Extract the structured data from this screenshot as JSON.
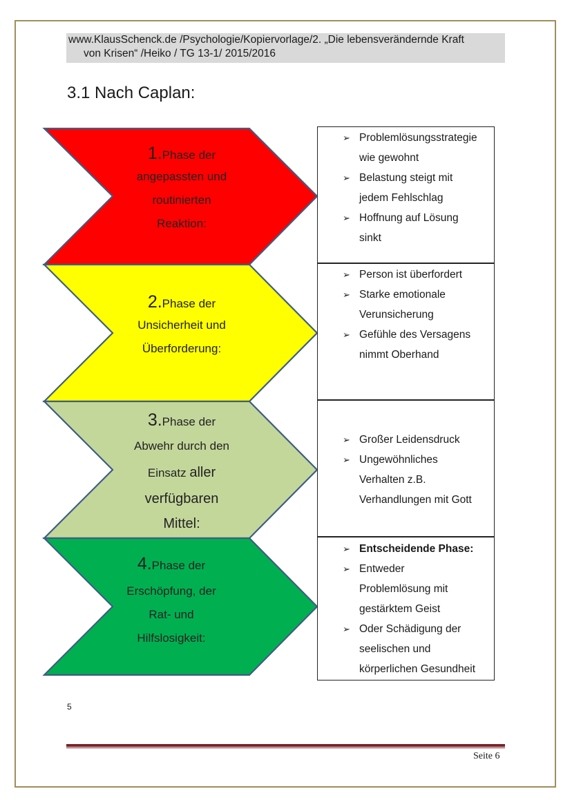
{
  "header": {
    "line1": "www.KlausSchenck.de /Psychologie/Kopiervorlage/2.  „Die lebensverändernde Kraft",
    "line2": "von Krisen“ /Heiko / TG 13-1/ 2015/2016"
  },
  "section_title": "3.1 Nach Caplan:",
  "colors": {
    "phase1": "#ff0000",
    "phase2": "#ffff00",
    "phase3": "#c4d79b",
    "phase4": "#00b050",
    "arrow_border": "#3e5c84",
    "footer_rule": "#7b2227",
    "frame": "#a08d5c"
  },
  "phases": [
    {
      "number": "1.",
      "lines": [
        "Phase der",
        "angepassten und",
        "routinierten",
        "Reaktion:"
      ],
      "bullets": [
        [
          "Problemlösungsstrategie",
          "wie gewohnt"
        ],
        [
          "Belastung steigt mit",
          "jedem Fehlschlag"
        ],
        [
          "Hoffnung auf Lösung",
          "sinkt"
        ]
      ]
    },
    {
      "number": "2.",
      "lines": [
        "Phase der",
        "Unsicherheit und",
        "Überforderung:"
      ],
      "bullets": [
        [
          "Person ist überfordert"
        ],
        [
          "Starke emotionale",
          "Verunsicherung"
        ],
        [
          "Gefühle des Versagens",
          "nimmt Oberhand"
        ]
      ]
    },
    {
      "number": "3.",
      "lines": [
        "Phase der",
        "Abwehr durch den",
        "Einsatz",
        "aller",
        "verfügbaren",
        "Mittel:"
      ],
      "bullets": [
        [
          "Großer Leidensdruck"
        ],
        [
          "Ungewöhnliches",
          "Verhalten z.B.",
          "Verhandlungen mit Gott"
        ]
      ]
    },
    {
      "number": "4.",
      "lines": [
        "Phase der",
        "Erschöpfung, der",
        "Rat- und",
        "Hilfslosigkeit:"
      ],
      "bullets": [
        [
          "Entscheidende Phase:"
        ],
        [
          "Entweder",
          "Problemlösung mit",
          "gestärktem Geist"
        ],
        [
          "Oder Schädigung der",
          "seelischen und",
          "körperlichen Gesundheit"
        ]
      ]
    }
  ],
  "page_number": "5",
  "footer": {
    "seite": "Seite 6"
  },
  "bullet_glyph": "➢"
}
